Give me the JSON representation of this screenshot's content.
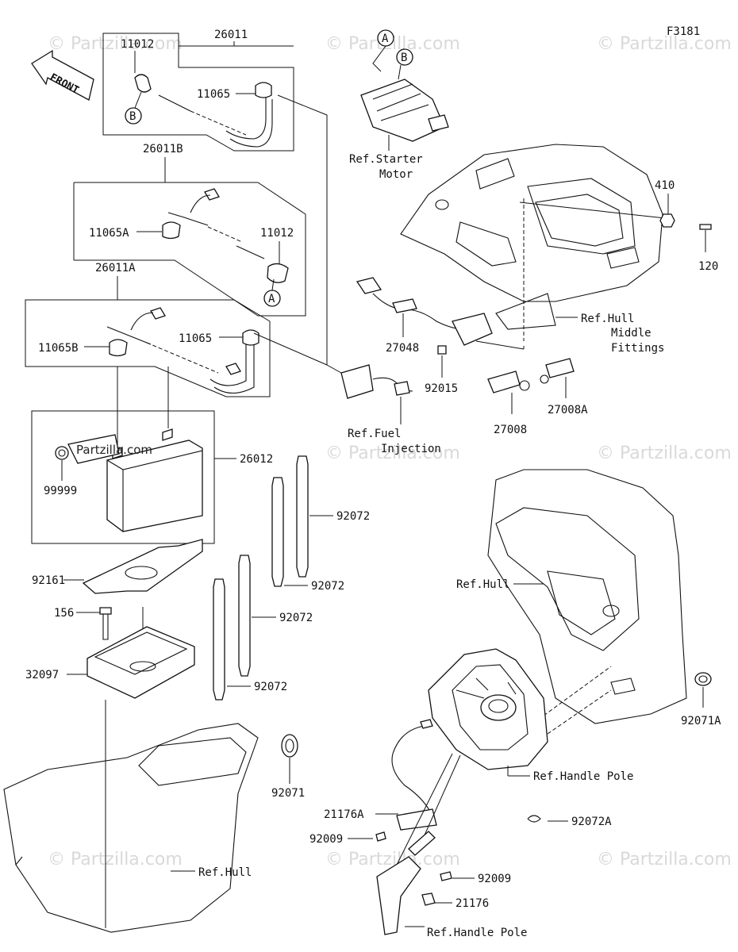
{
  "diagram_code": "F3181",
  "front_marker": "FRONT",
  "watermarks": [
    "© Partzilla.com",
    "Partzilla.com"
  ],
  "callouts": {
    "c26011": "26011",
    "c11012a": "11012",
    "c11065a": "11065",
    "c26011b": "26011B",
    "c11065A": "11065A",
    "c11012b": "11012",
    "c26011a": "26011A",
    "c11065b": "11065",
    "c11065B": "11065B",
    "c26012": "26012",
    "c99999": "99999",
    "c92072a": "92072",
    "c92072b": "92072",
    "c92072c": "92072",
    "c92072d": "92072",
    "c92161": "92161",
    "c156": "156",
    "c32097": "32097",
    "c92071": "92071",
    "c27048": "27048",
    "c92015": "92015",
    "c27008": "27008",
    "c27008A": "27008A",
    "c410": "410",
    "c120": "120",
    "c92071A": "92071A",
    "c21176A": "21176A",
    "c92009a": "92009",
    "c92072A": "92072A",
    "c92009b": "92009",
    "c21176": "21176"
  },
  "refs": {
    "starter1": "Ref.Starter",
    "starter2": "Motor",
    "hull_mid1": "Ref.Hull",
    "hull_mid2": "Middle",
    "hull_mid3": "Fittings",
    "fuel1": "Ref.Fuel",
    "fuel2": "Injection",
    "hull_a": "Ref.Hull",
    "handle_a": "Ref.Handle Pole",
    "hull_b": "Ref.Hull",
    "handle_b": "Ref.Handle Pole"
  },
  "circle_markers": {
    "A": "A",
    "B": "B"
  }
}
